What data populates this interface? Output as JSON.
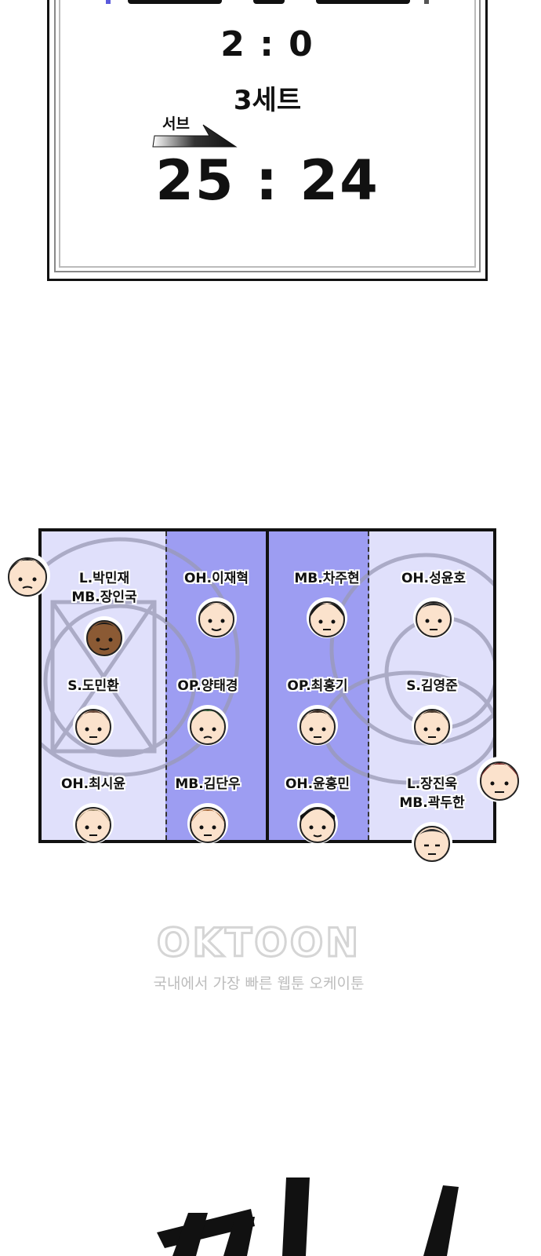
{
  "scoreboard": {
    "set_score": "2 : 0",
    "set_label": "3세트",
    "serve_label": "서브",
    "match_score": "25  :  24"
  },
  "court": {
    "players": [
      {
        "label_1": "L.박민재",
        "label_2": "MB.장인국",
        "face": "player-face-dark-skin"
      },
      {
        "label_1": "OH.이재혁",
        "label_2": "",
        "face": "player-face"
      },
      {
        "label_1": "MB.차주현",
        "label_2": "",
        "face": "player-face"
      },
      {
        "label_1": "OH.성윤호",
        "label_2": "",
        "face": "player-face"
      },
      {
        "label_1": "S.도민환",
        "label_2": "",
        "face": "player-face"
      },
      {
        "label_1": "OP.양태경",
        "label_2": "",
        "face": "player-face-green-hair"
      },
      {
        "label_1": "OP.최홍기",
        "label_2": "",
        "face": "player-face"
      },
      {
        "label_1": "S.김영준",
        "label_2": "",
        "face": "player-face"
      },
      {
        "label_1": "OH.최시윤",
        "label_2": "",
        "face": "player-face-blonde"
      },
      {
        "label_1": "MB.김단우",
        "label_2": "",
        "face": "player-face-orange-hair"
      },
      {
        "label_1": "OH.윤홍민",
        "label_2": "",
        "face": "player-face"
      },
      {
        "label_1": "L.장진욱",
        "label_2": "MB.곽두한",
        "face": "player-face"
      }
    ]
  },
  "footer": {
    "logo": "OKTOON",
    "tagline": "국내에서 가장 빠른 웹툰 오케이툰"
  },
  "colors": {
    "court_light": "#e0e0fb",
    "court_mid": "#9d9df2",
    "team_left_flag": "#5a5adc",
    "team_right_flag": "#555555"
  }
}
